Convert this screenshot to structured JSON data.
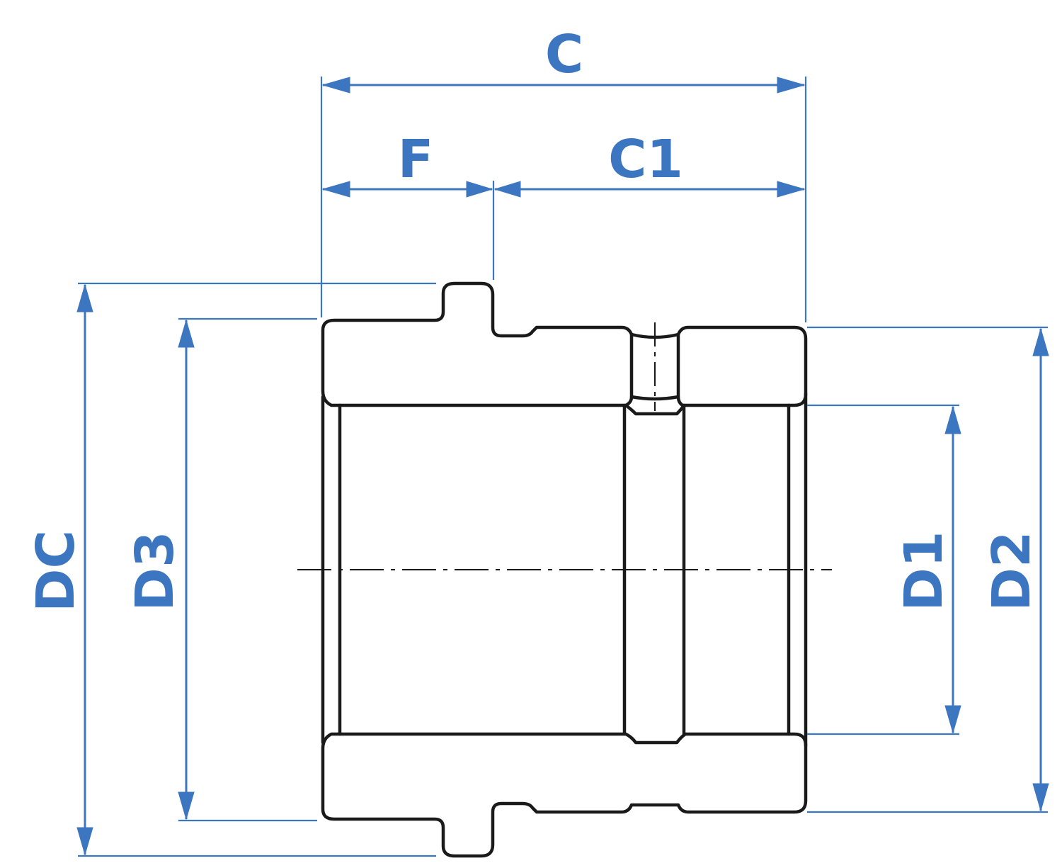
{
  "labels": {
    "c": "C",
    "f": "F",
    "c1": "C1",
    "dc": "DC",
    "d3": "D3",
    "d1": "D1",
    "d2": "D2"
  },
  "colors": {
    "dimension": "#3d76c0",
    "outline": "#1a1a1a",
    "background": "#ffffff"
  }
}
